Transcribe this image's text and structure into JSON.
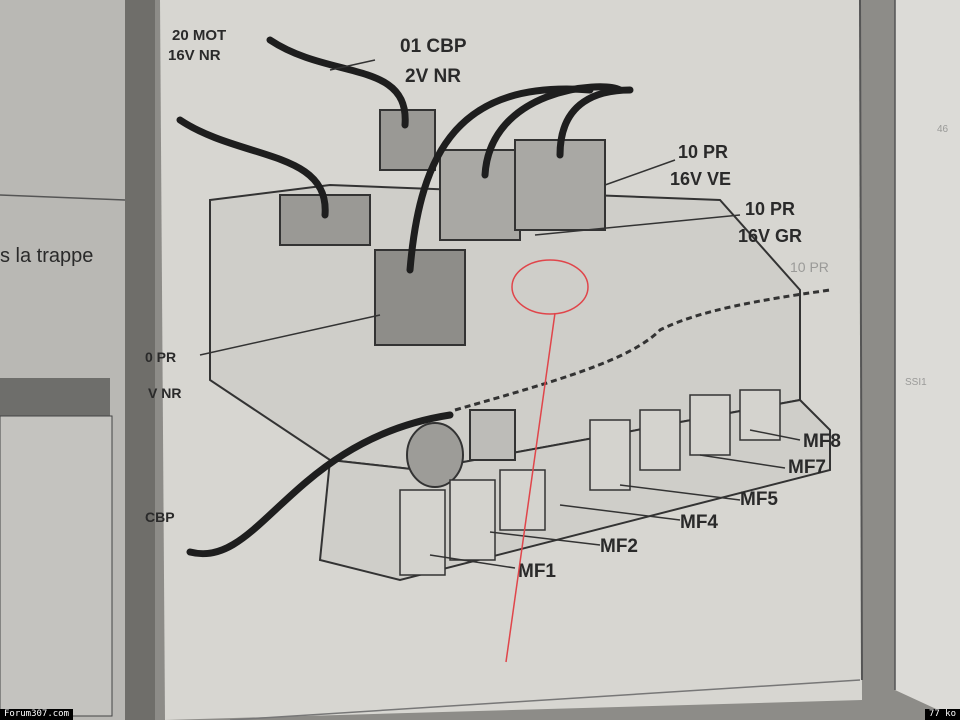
{
  "left_page": {
    "text_fragment": "s la trappe",
    "label_pr": "0 PR",
    "label_nr": "V NR",
    "label_cbp": "CBP"
  },
  "diagram": {
    "labels": {
      "mot": "20 MOT",
      "mot_sub": "16V NR",
      "cbp": "01 CBP",
      "cbp_sub": "2V NR",
      "pr_ve": "10 PR",
      "pr_ve_sub": "16V VE",
      "pr_gr": "10 PR",
      "pr_gr_sub": "16V GR",
      "pr_faint": "10 PR"
    },
    "fuses": [
      "MF1",
      "MF2",
      "MF4",
      "MF5",
      "MF7",
      "MF8"
    ]
  },
  "right_page": {
    "label_46": "46",
    "label_ssi": "SSI1"
  },
  "annotation": {
    "color": "#e0454a"
  },
  "footer": {
    "site": "Forum307.com",
    "size": "77 ko"
  }
}
